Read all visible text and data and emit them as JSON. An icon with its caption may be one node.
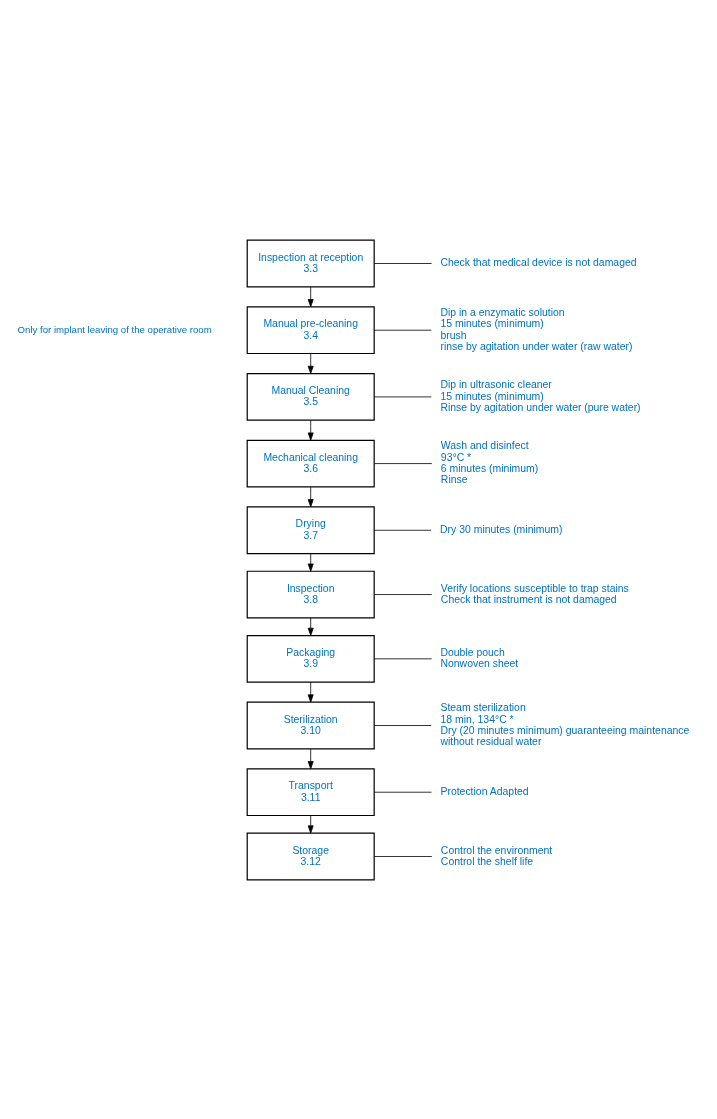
{
  "diagram": {
    "nodes": [
      {
        "text": [
          "Inspection at reception",
          "3.3"
        ]
      },
      {
        "text": [
          "Check that medical device is not damaged"
        ]
      },
      {
        "text": [
          "Manual pre-cleaning",
          "3.4"
        ]
      },
      {
        "text": [
          "Dip in a enzymatic solution",
          "15 minutes (minimum)",
          "brush",
          "rinse by agitation under water (raw water)"
        ]
      },
      {
        "text": [
          "Manual Cleaning",
          "3.5"
        ]
      },
      {
        "text": [
          "Dip in ultrasonic cleaner",
          "15 minutes (minimum)",
          "Rinse by agitation under water (pure water)"
        ]
      },
      {
        "text": [
          "Mechanical cleaning",
          "3.6"
        ]
      },
      {
        "text": [
          "Wash and disinfect",
          "93°C *",
          "6 minutes (minimum)",
          "Rinse"
        ]
      },
      {
        "text": [
          "Drying",
          "3.7"
        ]
      },
      {
        "text": [
          "Dry 30 minutes (minimum)"
        ]
      },
      {
        "text": [
          "Inspection",
          "3.8"
        ]
      },
      {
        "text": [
          "Verify locations susceptible to trap stains",
          "Check that instrument is not damaged"
        ]
      },
      {
        "text": [
          "Packaging",
          "3.9"
        ]
      },
      {
        "text": [
          "Double pouch",
          "Nonwoven sheet"
        ]
      },
      {
        "text": [
          "Sterilization",
          "3.10"
        ]
      },
      {
        "text": [
          "Steam sterilization",
          "18 min, 134°C *",
          "Dry (20 minutes minimum) guaranteeing maintenance",
          "without residual water"
        ]
      },
      {
        "text": [
          "Transport",
          "3.11"
        ]
      },
      {
        "text": [
          "Protection Adapted"
        ]
      },
      {
        "text": [
          "Storage",
          "3.12"
        ]
      },
      {
        "text": [
          "Control the environment",
          "Control the shelf life"
        ]
      }
    ],
    "edges": [
      {
        "from": 0,
        "to": 1,
        "arrow": "none"
      },
      {
        "from": 0,
        "to": 2,
        "arrow": "to"
      },
      {
        "from": 2,
        "to": 3,
        "arrow": "none"
      },
      {
        "from": 2,
        "to": 4,
        "arrow": "to"
      },
      {
        "from": 4,
        "to": 5,
        "arrow": "none"
      },
      {
        "from": 4,
        "to": 6,
        "arrow": "to"
      },
      {
        "from": 6,
        "to": 7,
        "arrow": "none"
      },
      {
        "from": 6,
        "to": 8,
        "arrow": "to"
      },
      {
        "from": 8,
        "to": 9,
        "arrow": "none"
      },
      {
        "from": 8,
        "to": 10,
        "arrow": "to"
      },
      {
        "from": 10,
        "to": 11,
        "arrow": "none"
      },
      {
        "from": 10,
        "to": 12,
        "arrow": "to"
      },
      {
        "from": 12,
        "to": 13,
        "arrow": "none"
      },
      {
        "from": 12,
        "to": 14,
        "arrow": "to"
      },
      {
        "from": 14,
        "to": 15,
        "arrow": "none"
      },
      {
        "from": 14,
        "to": 16,
        "arrow": "to"
      },
      {
        "from": 16,
        "to": 17,
        "arrow": "none"
      },
      {
        "from": 16,
        "to": 18,
        "arrow": "to"
      },
      {
        "from": 18,
        "to": 19,
        "arrow": "none"
      }
    ],
    "labels": [
      "Only for implant leaving of the operative room"
    ]
  }
}
